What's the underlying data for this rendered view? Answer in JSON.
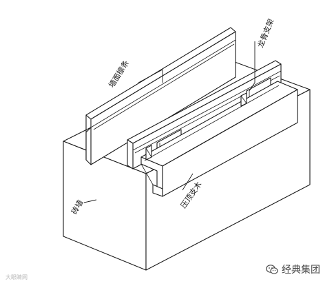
{
  "labels": {
    "cornice_board": "墙面檩条",
    "clamp_bracket": "龙骨支架",
    "parapet_cover": "压顶支木",
    "masonry_wall": "砖墙"
  },
  "watermarks": {
    "left": "大眼睛网",
    "right": "经典集团",
    "right_icon": "wechat-icon"
  },
  "colors": {
    "line": "#1a1a1a",
    "background": "#ffffff",
    "watermark_left": "#b8b8b8",
    "watermark_right": "#4a4a4a"
  }
}
